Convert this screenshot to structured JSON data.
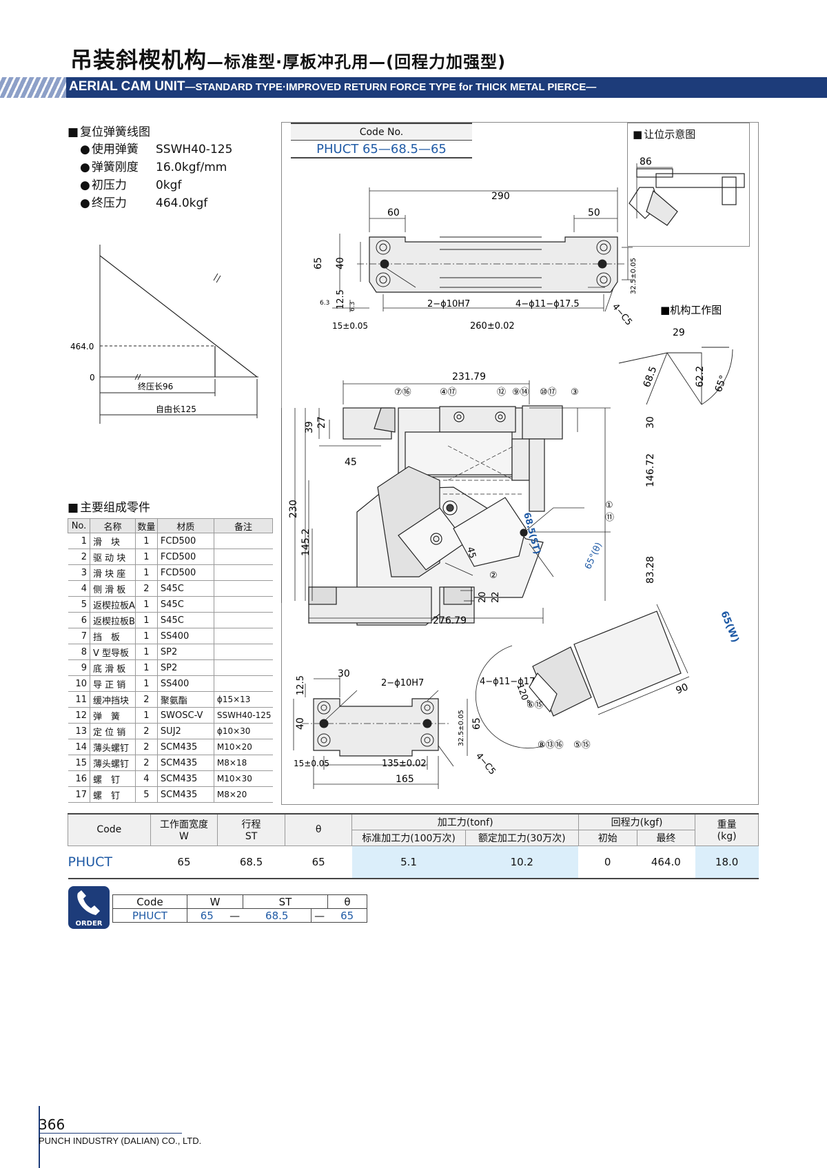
{
  "header": {
    "title_cn": "吊装斜楔机构",
    "title_cn_sub": "—标准型·厚板冲孔用—(回程力加强型)",
    "title_en": "AERIAL CAM UNIT",
    "title_en_sub": "—STANDARD TYPE·IMPROVED RETURN FORCE TYPE for THICK METAL PIERCE—"
  },
  "spring": {
    "heading": "复位弹簧线图",
    "specs": [
      {
        "label": "使用弹簧",
        "value": "SSWH40-125"
      },
      {
        "label": "弹簧刚度",
        "value": "16.0kgf/mm"
      },
      {
        "label": "初压力",
        "value": "0kgf"
      },
      {
        "label": "终压力",
        "value": "464.0kgf"
      }
    ],
    "graph": {
      "y_top": "464.0",
      "y_zero": "0",
      "final_length": "终压长96",
      "free_length": "自由长125"
    }
  },
  "parts": {
    "heading": "主要组成零件",
    "columns": [
      "No.",
      "名称",
      "数量",
      "材质",
      "备注"
    ],
    "rows": [
      [
        "1",
        "滑　块",
        "1",
        "FCD500",
        ""
      ],
      [
        "2",
        "驱 动 块",
        "1",
        "FCD500",
        ""
      ],
      [
        "3",
        "滑 块 座",
        "1",
        "FCD500",
        ""
      ],
      [
        "4",
        "侧 滑 板",
        "2",
        "S45C",
        ""
      ],
      [
        "5",
        "返楔拉板A",
        "1",
        "S45C",
        ""
      ],
      [
        "6",
        "返楔拉板B",
        "1",
        "S45C",
        ""
      ],
      [
        "7",
        "挡　板",
        "1",
        "SS400",
        ""
      ],
      [
        "8",
        "V 型导板",
        "1",
        "SP2",
        ""
      ],
      [
        "9",
        "底 滑 板",
        "1",
        "SP2",
        ""
      ],
      [
        "10",
        "导 正 销",
        "1",
        "SS400",
        ""
      ],
      [
        "11",
        "缓冲挡块",
        "2",
        "聚氨酯",
        "ϕ15×13"
      ],
      [
        "12",
        "弹　簧",
        "1",
        "SWOSC-V",
        "SSWH40-125"
      ],
      [
        "13",
        "定 位 销",
        "2",
        "SUJ2",
        "ϕ10×30"
      ],
      [
        "14",
        "薄头螺钉",
        "2",
        "SCM435",
        "M10×20"
      ],
      [
        "15",
        "薄头螺钉",
        "2",
        "SCM435",
        "M8×18"
      ],
      [
        "16",
        "螺　钉",
        "4",
        "SCM435",
        "M10×30"
      ],
      [
        "17",
        "螺　钉",
        "5",
        "SCM435",
        "M8×20"
      ]
    ]
  },
  "drawing": {
    "code_header": "Code No.",
    "code_value": "PHUCT 65—68.5—65",
    "inset_heading": "让位示意图",
    "inset_dim": "86",
    "work_heading": "机构工作图",
    "dims_top": {
      "overall": "290",
      "left": "60",
      "right": "50",
      "h65": "65",
      "h40": "40",
      "h12": "12.5",
      "h32": "32.5±0.05",
      "pitch": "260±0.02",
      "offset": "15±0.05",
      "pin": "2−ϕ10H7",
      "holes": "4−ϕ11−ϕ17.5",
      "chamfer": "4−C5",
      "rough": "6.3"
    },
    "dims_main": {
      "w231": "231.79",
      "w276": "276.79",
      "h230": "230",
      "h145": "145.2",
      "h39": "39",
      "h27": "27",
      "w45": "45",
      "h30": "30",
      "h146": "146.72",
      "h83": "83.28",
      "h20": "20",
      "h22": "22",
      "stroke": "68.5(ST)",
      "d45": "45",
      "angle": "65°(θ)",
      "balloons": [
        "⑦⑯",
        "④⑰",
        "⑫",
        "⑨⑭",
        "⑩⑰",
        "③",
        "①",
        "⑪",
        "②"
      ]
    },
    "dims_work": {
      "w29": "29",
      "d68": "68.5",
      "d62": "62.2",
      "a65": "65°"
    },
    "dims_bottom": {
      "w30": "30",
      "h12": "12.5",
      "h40": "40",
      "h65": "65",
      "h32": "32.5±0.05",
      "pitch": "135±0.02",
      "offset": "15±0.05",
      "len": "165",
      "pin": "2−ϕ10H7",
      "holes": "4−ϕ11−ϕ17.5",
      "chamfer": "4−C5"
    },
    "dims_side": {
      "w": "65(W)",
      "len": "90",
      "angle": "120°",
      "balloons_a": "⑥⑮",
      "balloons_b": "⑧⑬⑯",
      "balloons_c": "⑤⑮"
    }
  },
  "spec_table": {
    "headers": {
      "code": "Code",
      "width": "工作面宽度",
      "width_sub": "W",
      "stroke": "行程",
      "stroke_sub": "ST",
      "theta": "θ",
      "force": "加工力(tonf)",
      "force_std": "标准加工力(100万次)",
      "force_rated": "额定加工力(30万次)",
      "return": "回程力(kgf)",
      "return_init": "初始",
      "return_final": "最终",
      "weight": "重量",
      "weight_unit": "(kg)"
    },
    "row": {
      "code": "PHUCT",
      "width": "65",
      "stroke": "68.5",
      "theta": "65",
      "force_std": "5.1",
      "force_rated": "10.2",
      "return_init": "0",
      "return_final": "464.0",
      "weight": "18.0"
    }
  },
  "order": {
    "icon_label": "ORDER",
    "headers": [
      "Code",
      "W",
      "ST",
      "θ"
    ],
    "values": [
      "PHUCT",
      "65",
      "—",
      "68.5",
      "—",
      "65"
    ]
  },
  "footer": {
    "page": "366",
    "company": "PUNCH INDUSTRY (DALIAN) CO., LTD."
  }
}
